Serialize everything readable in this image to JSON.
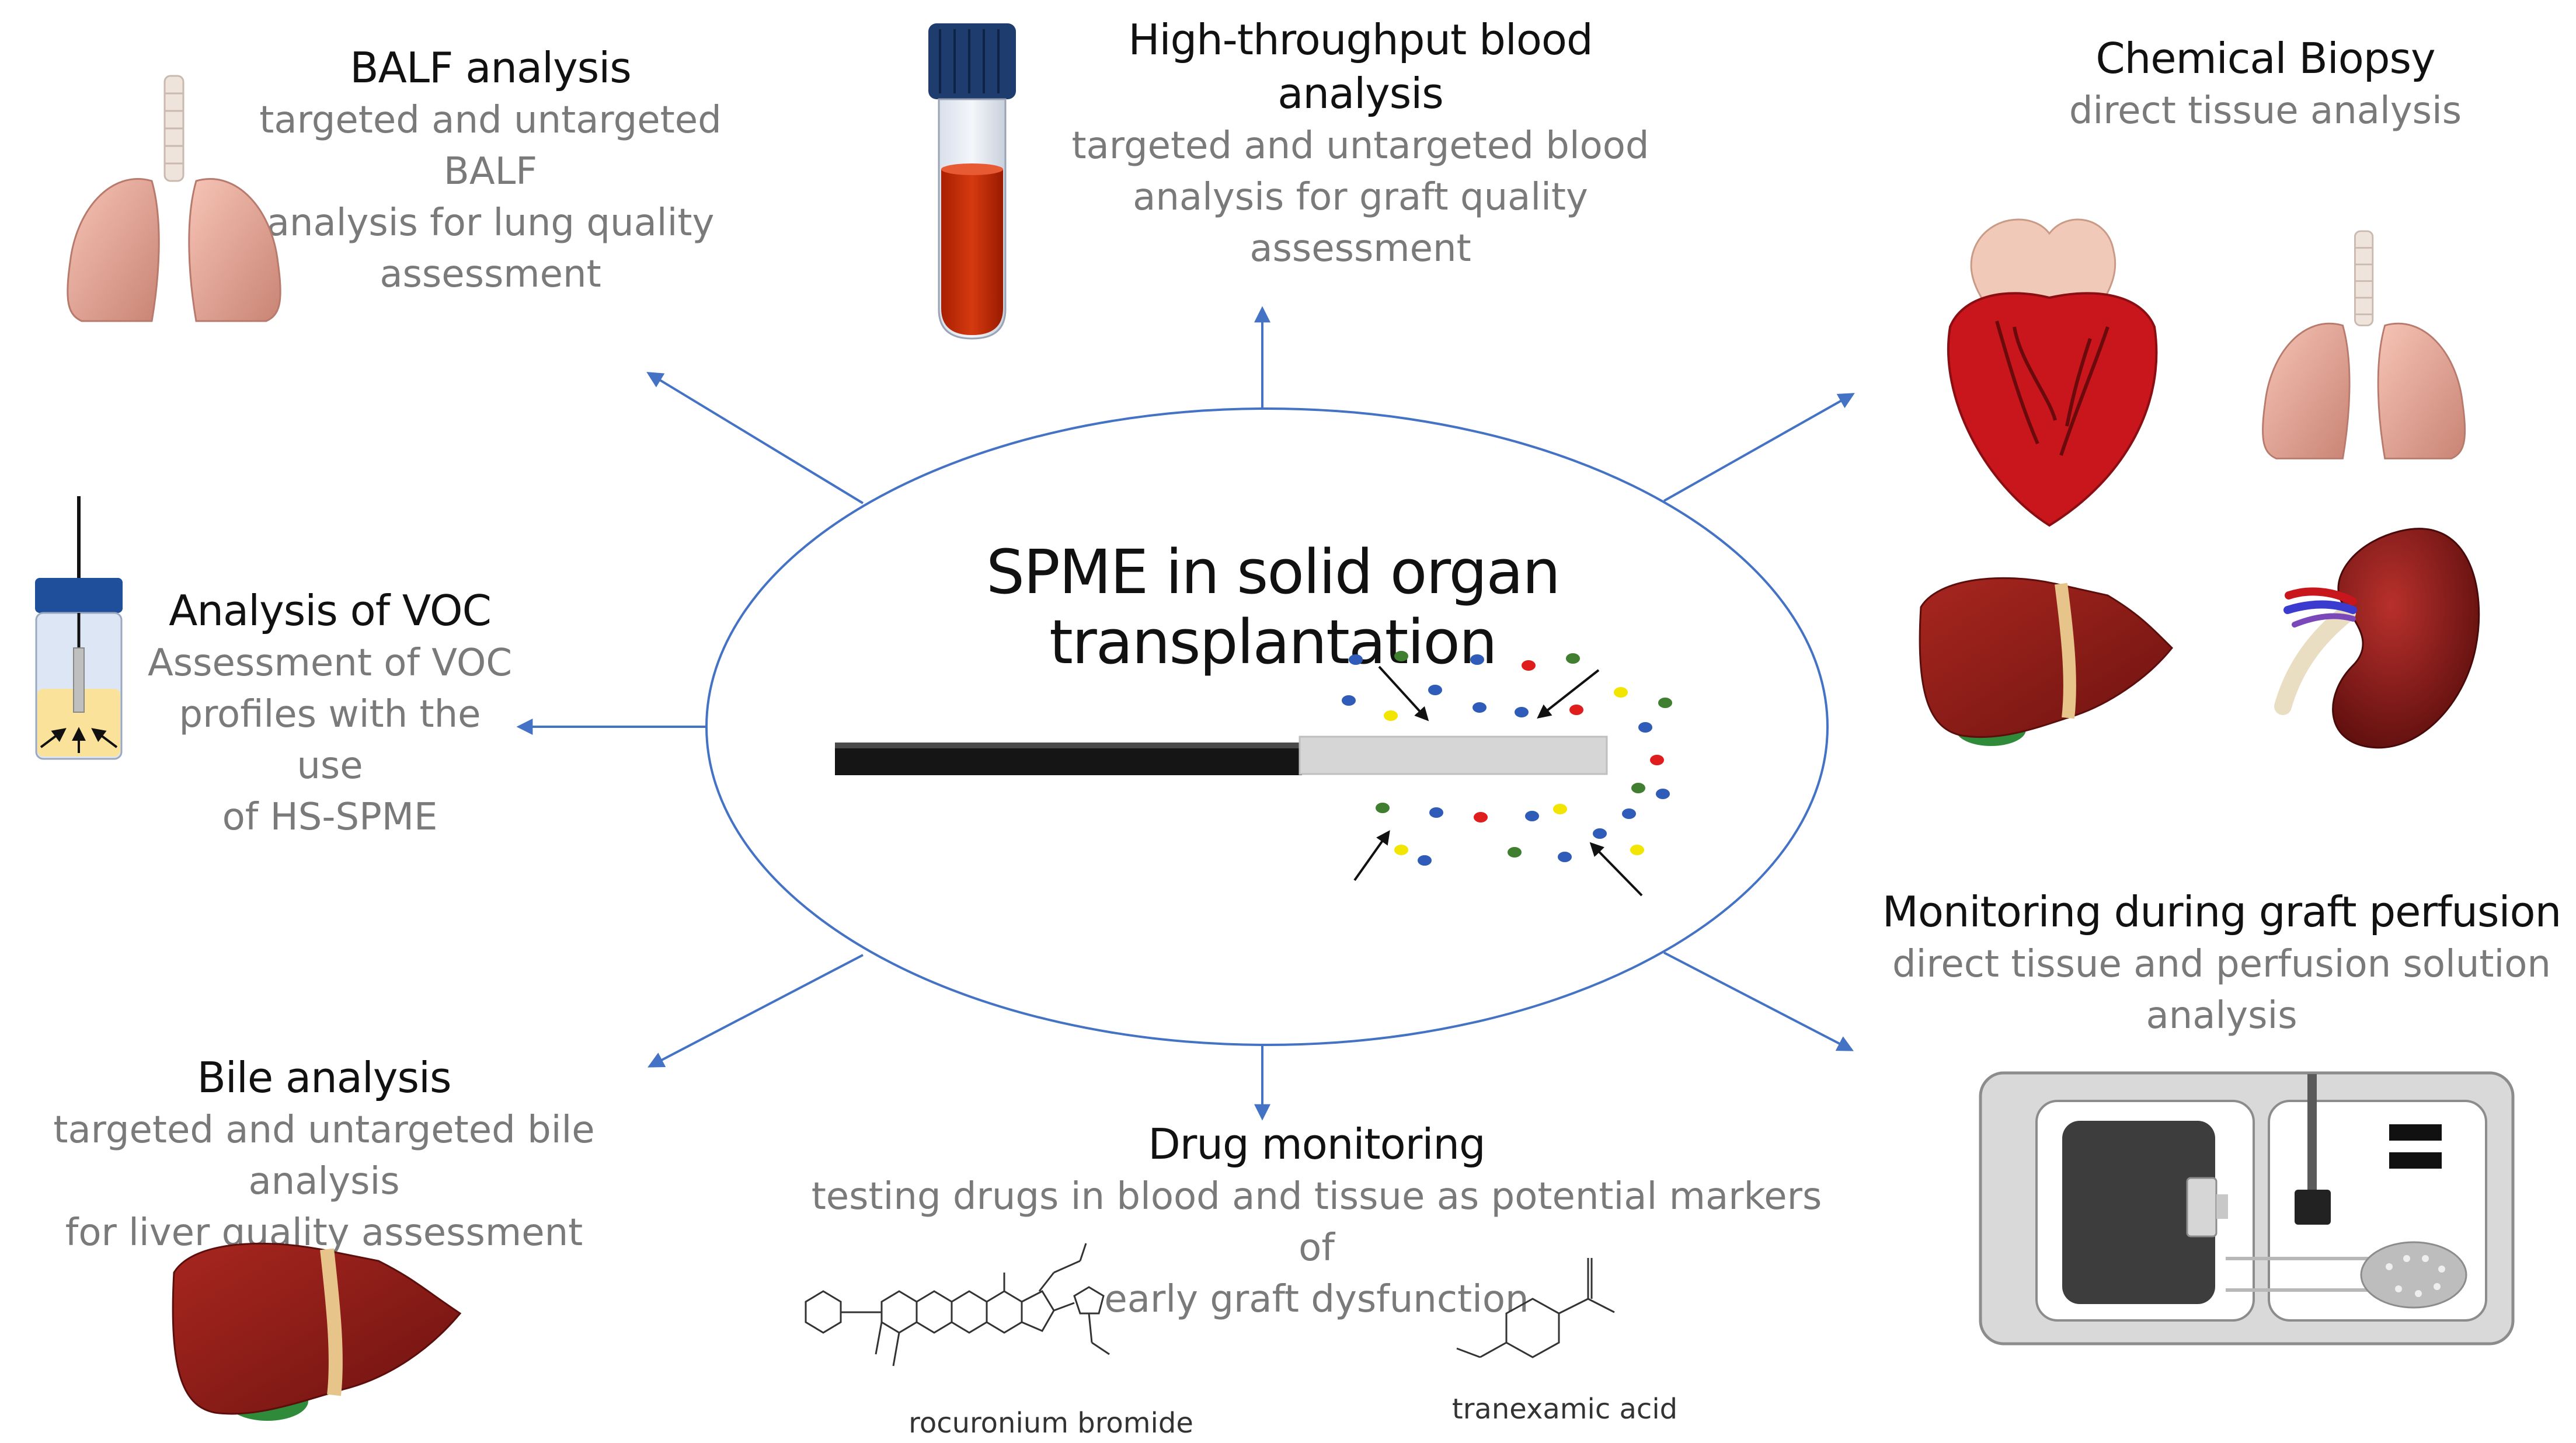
{
  "center": {
    "title": "SPME in solid organ transplantation"
  },
  "colors": {
    "arrow": "#4472c4",
    "ellipse": "#4472c4",
    "dot_blue": "#2e5cb8",
    "dot_green": "#3f7f2f",
    "dot_red": "#e01d1d",
    "dot_yellow": "#f2e600",
    "liver": "#8e1c18",
    "lung": "#e8a89a",
    "blood": "#c82a00",
    "tube_cap": "#1f3c6e"
  },
  "panels": {
    "balf": {
      "title": "BALF analysis",
      "lines": [
        "targeted and untargeted BALF",
        "analysis for lung quality",
        "assessment"
      ],
      "icon": "lungs-icon"
    },
    "blood": {
      "title": "High-throughput blood analysis",
      "lines": [
        "targeted and untargeted blood",
        "analysis for graft quality",
        "assessment"
      ],
      "icon": "blood-tube-icon"
    },
    "biopsy": {
      "title": "Chemical Biopsy",
      "lines": [
        "direct tissue analysis"
      ],
      "icons": [
        "heart-icon",
        "lungs-icon",
        "liver-icon",
        "kidney-icon"
      ]
    },
    "voc": {
      "title": "Analysis of VOC",
      "lines": [
        "Assessment of VOC",
        "profiles with the use",
        "of HS-SPME"
      ],
      "icon": "headspace-vial-icon"
    },
    "perfusion": {
      "title": "Monitoring during graft perfusion",
      "lines": [
        "direct tissue and perfusion solution",
        "analysis"
      ],
      "icon": "perfusion-device-icon"
    },
    "bile": {
      "title": "Bile analysis",
      "lines": [
        "targeted and untargeted bile analysis",
        "for liver quality assessment"
      ],
      "icon": "liver-icon"
    },
    "drug": {
      "title": "Drug monitoring",
      "lines": [
        "testing drugs in blood and tissue as potential markers of",
        "early graft dysfunction"
      ]
    }
  },
  "chemicals": [
    {
      "name": "rocuronium bromide",
      "icon": "rocuronium-structure-icon"
    },
    {
      "name": "tranexamic acid",
      "icon": "tranexamic-acid-structure-icon"
    }
  ]
}
